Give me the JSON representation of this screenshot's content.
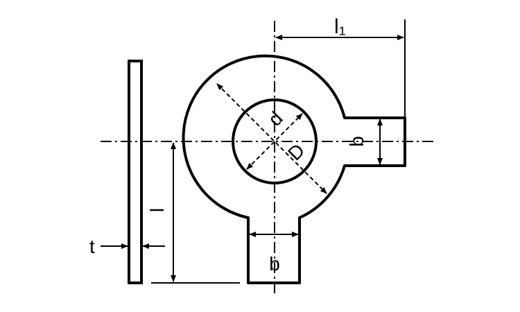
{
  "colors": {
    "line": "#000000",
    "background": "#ffffff"
  },
  "labels": {
    "l1": "l₁",
    "b_tab": "b",
    "b_side": "b",
    "d": "d",
    "D": "D",
    "t": "t",
    "l": "l"
  }
}
